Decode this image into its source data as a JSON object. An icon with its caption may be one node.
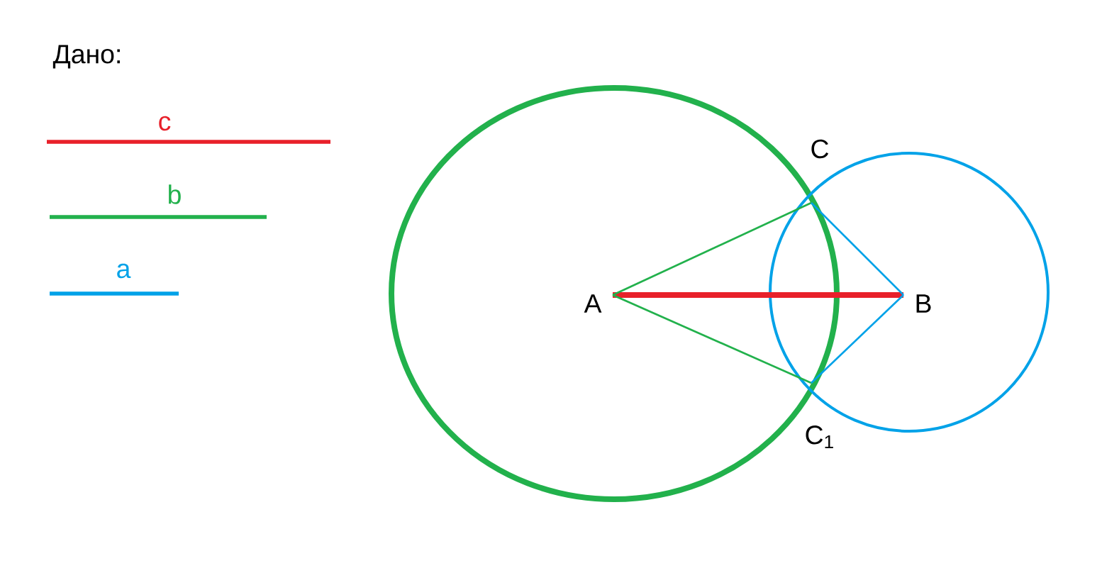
{
  "diagram": {
    "nodes": [
      {
        "text": [
          "A"
        ]
      },
      {
        "text": [
          "B"
        ]
      },
      {
        "text": [
          "C"
        ]
      },
      {
        "text": [
          "C$_{1}$"
        ]
      }
    ],
    "edges": [
      {
        "from": 0,
        "to": 1,
        "arrow": "none",
        "style": "thick",
        "color": "#e8202a"
      },
      {
        "from": 0,
        "to": 2,
        "arrow": "none",
        "color": "#22b14c"
      },
      {
        "from": 0,
        "to": 3,
        "arrow": "none",
        "color": "#22b14c"
      },
      {
        "from": 1,
        "to": 2,
        "arrow": "none",
        "color": "#00a2e8"
      },
      {
        "from": 1,
        "to": 3,
        "arrow": "none",
        "color": "#00a2e8"
      }
    ],
    "labels": [
      "Дано:",
      "c",
      "b",
      "a"
    ]
  }
}
